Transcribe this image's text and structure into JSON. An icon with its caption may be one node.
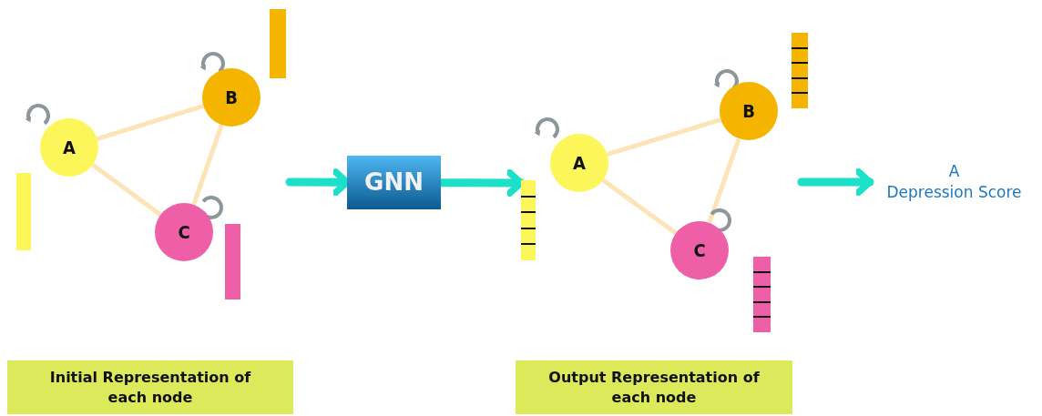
{
  "diagram": {
    "nodes": [
      {
        "text": [
          "A"
        ]
      },
      {
        "text": [
          "B"
        ]
      },
      {
        "text": [
          "C"
        ]
      },
      {
        "text": [
          "GNN"
        ]
      },
      {
        "text": [
          "A"
        ]
      },
      {
        "text": [
          "B"
        ]
      },
      {
        "text": [
          "C"
        ]
      },
      {
        "text": [
          "A",
          "Depression Score"
        ]
      },
      {
        "text": [
          "Initial Representation of each node"
        ]
      },
      {
        "text": [
          "Output Representation of each node"
        ]
      },
      {
        "text": [],
        "shape": "bar"
      },
      {
        "text": [],
        "shape": "bar"
      },
      {
        "text": [],
        "shape": "bar"
      },
      {
        "text": [],
        "shape": "bar"
      },
      {
        "text": [],
        "shape": "bar"
      },
      {
        "text": [],
        "shape": "bar"
      }
    ],
    "edges": [
      {
        "from": 0,
        "to": 1,
        "arrow": "none"
      },
      {
        "from": 0,
        "to": 2,
        "arrow": "none"
      },
      {
        "from": 1,
        "to": 2,
        "arrow": "none"
      },
      {
        "from": 0,
        "to": 0,
        "arrow": "to",
        "color": "#8c979b"
      },
      {
        "from": 1,
        "to": 1,
        "arrow": "to",
        "color": "#8c979b"
      },
      {
        "from": 2,
        "to": 2,
        "arrow": "to",
        "color": "#8c979b"
      },
      {
        "from": null,
        "to": 3,
        "arrow": "to",
        "style": "thick",
        "color": "#1de0c8"
      },
      {
        "from": 3,
        "to": 14,
        "arrow": "to",
        "style": "thick",
        "color": "#1de0c8"
      },
      {
        "from": 4,
        "to": 5,
        "arrow": "none"
      },
      {
        "from": 4,
        "to": 6,
        "arrow": "none"
      },
      {
        "from": 5,
        "to": 6,
        "arrow": "none"
      },
      {
        "from": 4,
        "to": 4,
        "arrow": "to",
        "color": "#8c979b"
      },
      {
        "from": 5,
        "to": 5,
        "arrow": "to",
        "color": "#8c979b"
      },
      {
        "from": 6,
        "to": 6,
        "arrow": "to",
        "color": "#8c979b"
      },
      {
        "from": null,
        "to": 7,
        "arrow": "to",
        "style": "thick",
        "color": "#1de0c8"
      }
    ]
  }
}
